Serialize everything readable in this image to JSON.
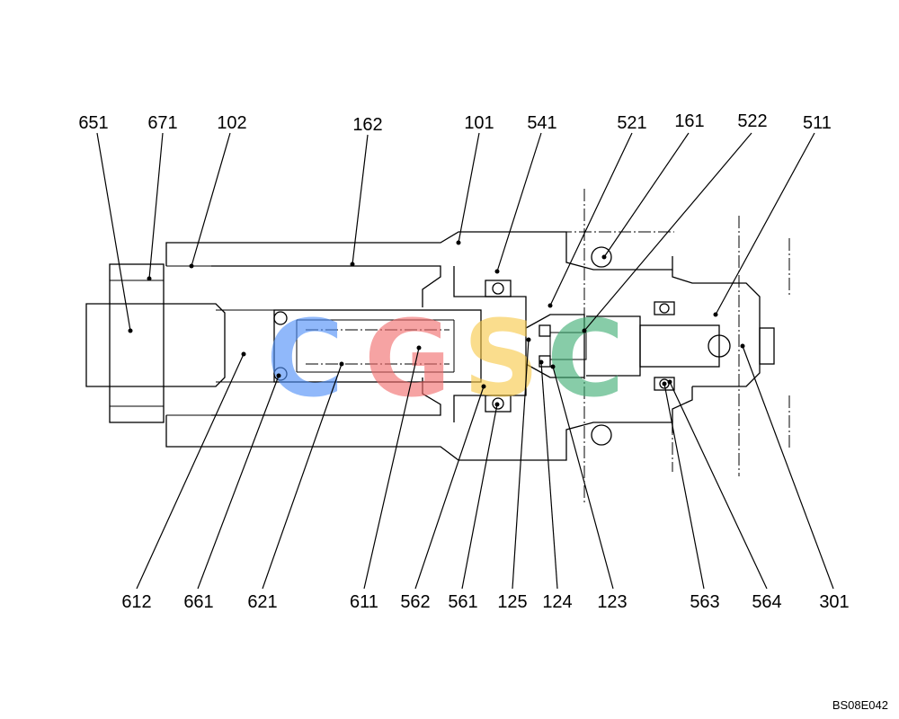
{
  "figure_code": "BS08E042",
  "watermark": {
    "letters": [
      "C",
      "G",
      "S",
      "C"
    ],
    "colors": [
      "#4d8ef7",
      "#f26b6b",
      "#f7c948",
      "#3fae73"
    ]
  },
  "callouts": [
    {
      "id": "651",
      "text": "651"
    },
    {
      "id": "671",
      "text": "671"
    },
    {
      "id": "102",
      "text": "102"
    },
    {
      "id": "162",
      "text": "162"
    },
    {
      "id": "101",
      "text": "101"
    },
    {
      "id": "541",
      "text": "541"
    },
    {
      "id": "521",
      "text": "521"
    },
    {
      "id": "161",
      "text": "161"
    },
    {
      "id": "522",
      "text": "522"
    },
    {
      "id": "511",
      "text": "511"
    },
    {
      "id": "612",
      "text": "612"
    },
    {
      "id": "661",
      "text": "661"
    },
    {
      "id": "621",
      "text": "621"
    },
    {
      "id": "611",
      "text": "611"
    },
    {
      "id": "562",
      "text": "562"
    },
    {
      "id": "561",
      "text": "561"
    },
    {
      "id": "125",
      "text": "125"
    },
    {
      "id": "124",
      "text": "124"
    },
    {
      "id": "123",
      "text": "123"
    },
    {
      "id": "563",
      "text": "563"
    },
    {
      "id": "564",
      "text": "564"
    },
    {
      "id": "301",
      "text": "301"
    }
  ]
}
